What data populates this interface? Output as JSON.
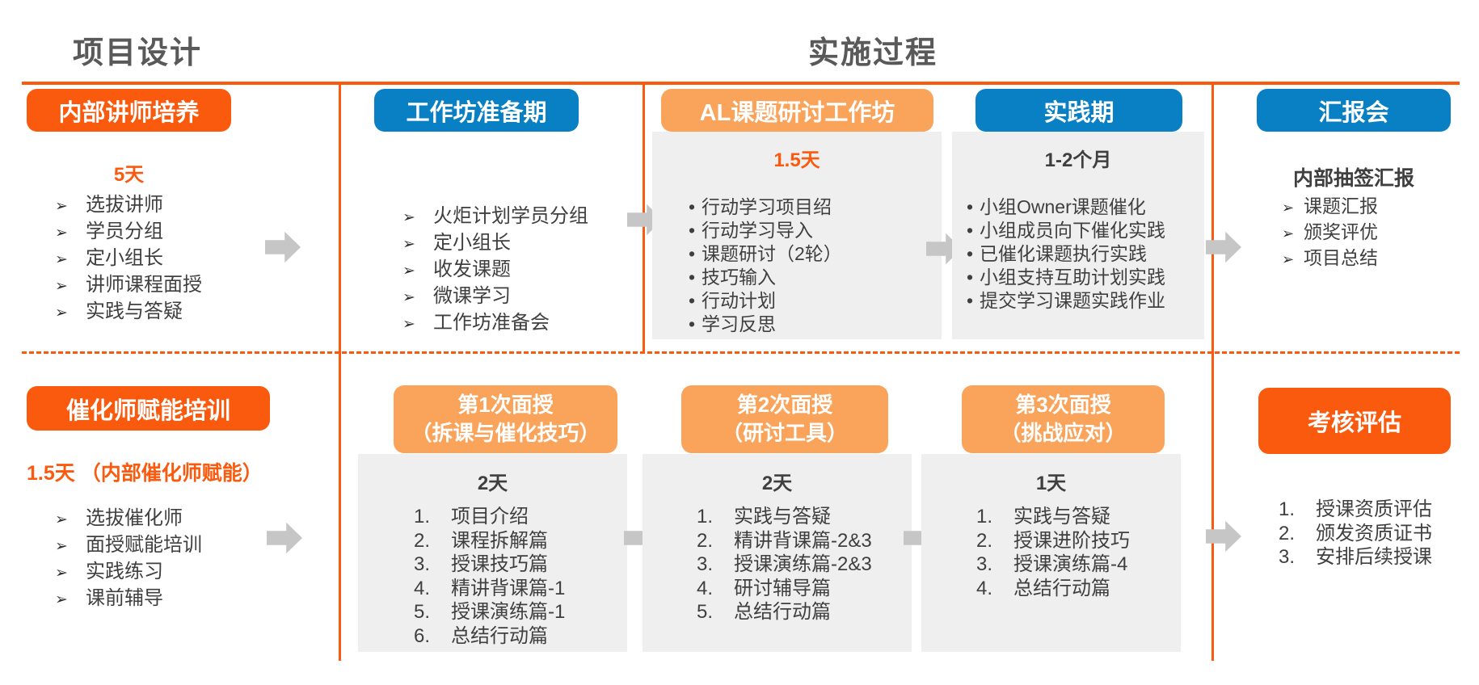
{
  "headers": {
    "left": "项目设计",
    "right": "实施过程"
  },
  "glyphs": {
    "pointer_bullet": "➢",
    "dot_bullet": "•"
  },
  "colors": {
    "orange": "#FA5A0D",
    "orange_light": "#F9A35B",
    "blue": "#0A80C4",
    "panel_gray": "#EFEFEF",
    "text_dark": "#3F3F3F",
    "header_gray": "#595959",
    "arrow_gray": "#C6C6C6"
  },
  "row1": {
    "col1": {
      "title": "内部讲师培养",
      "duration": "5天",
      "bullets": [
        "选拔讲师",
        "学员分组",
        "定小组长",
        "讲师课程面授",
        "实践与答疑"
      ]
    },
    "col2": {
      "title": "工作坊准备期",
      "bullets": [
        "火炬计划学员分组",
        "定小组长",
        "收发课题",
        "微课学习",
        "工作坊准备会"
      ]
    },
    "col3": {
      "title": "AL课题研讨工作坊",
      "duration": "1.5天",
      "bullets": [
        "行动学习项目绍",
        "行动学习导入",
        "课题研讨（2轮）",
        "技巧输入",
        "行动计划",
        "学习反思"
      ]
    },
    "col4": {
      "title": "实践期",
      "duration": "1-2个月",
      "bullets": [
        "小组Owner课题催化",
        "小组成员向下催化实践",
        "已催化课题执行实践",
        "小组支持互助计划实践",
        "提交学习课题实践作业"
      ]
    },
    "col5": {
      "title": "汇报会",
      "subtitle": "内部抽签汇报",
      "bullets": [
        "课题汇报",
        "颁奖评优",
        "项目总结"
      ]
    }
  },
  "row2": {
    "col1": {
      "title": "催化师赋能培训",
      "duration": "1.5天 （内部催化师赋能）",
      "bullets": [
        "选拔催化师",
        "面授赋能培训",
        "实践练习",
        "课前辅导"
      ]
    },
    "col2": {
      "title_line1": "第1次面授",
      "title_line2": "（拆课与催化技巧）",
      "duration": "2天",
      "items": [
        {
          "n": "1.",
          "t": "项目介绍"
        },
        {
          "n": "2.",
          "t": "课程拆解篇"
        },
        {
          "n": "3.",
          "t": "授课技巧篇"
        },
        {
          "n": "4.",
          "t": "精讲背课篇-1"
        },
        {
          "n": "5.",
          "t": "授课演练篇-1"
        },
        {
          "n": "6.",
          "t": "总结行动篇"
        }
      ]
    },
    "col3": {
      "title_line1": "第2次面授",
      "title_line2": "（研讨工具）",
      "duration": "2天",
      "items": [
        {
          "n": "1.",
          "t": "实践与答疑"
        },
        {
          "n": "2.",
          "t": "精讲背课篇-2&3"
        },
        {
          "n": "3.",
          "t": "授课演练篇-2&3"
        },
        {
          "n": "4.",
          "t": "研讨辅导篇"
        },
        {
          "n": "5.",
          "t": "总结行动篇"
        }
      ]
    },
    "col4": {
      "title_line1": "第3次面授",
      "title_line2": "（挑战应对）",
      "duration": "1天",
      "items": [
        {
          "n": "1.",
          "t": "实践与答疑"
        },
        {
          "n": "2.",
          "t": "授课进阶技巧"
        },
        {
          "n": "3.",
          "t": "授课演练篇-4"
        },
        {
          "n": "4.",
          "t": "总结行动篇"
        }
      ]
    },
    "col5": {
      "title": "考核评估",
      "items": [
        {
          "n": "1.",
          "t": "授课资质评估"
        },
        {
          "n": "2.",
          "t": "颁发资质证书"
        },
        {
          "n": "3.",
          "t": "安排后续授课"
        }
      ]
    }
  }
}
